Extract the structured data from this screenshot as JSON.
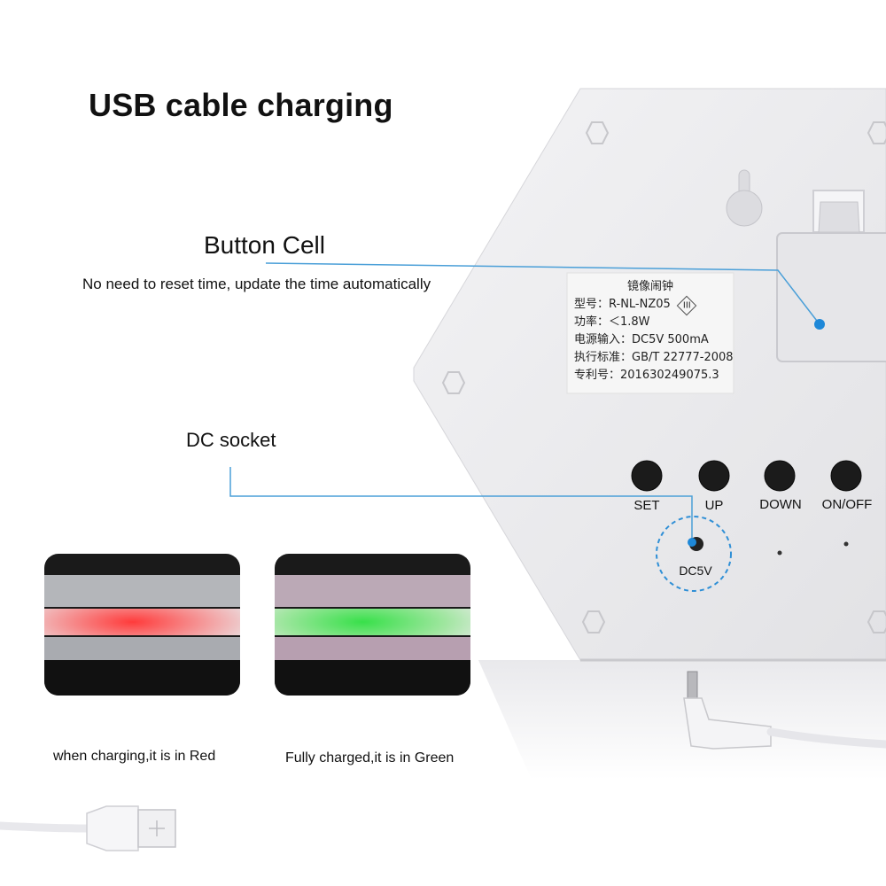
{
  "title": "USB cable charging",
  "button_cell": {
    "label": "Button Cell",
    "description": "No need to reset time, update the time automatically"
  },
  "dc_socket": {
    "label": "DC socket",
    "port_label": "DC5V"
  },
  "sticker": {
    "product_name": "镜像闹钟",
    "model": "型号：R-NL-NZ05",
    "class_mark": "III",
    "power": "功率：＜1.8W",
    "input": "电源输入：DC5V 500mA",
    "standard": "执行标准：GB/T  22777-2008",
    "patent": "专利号：201630249075.3"
  },
  "buttons": [
    "SET",
    "UP",
    "DOWN",
    "ON/OFF"
  ],
  "indicators": {
    "red_caption": "when charging,it is in Red",
    "green_caption": "Fully charged,it is in Green",
    "red_color": "#ff3b3b",
    "green_color": "#38e04a"
  },
  "colors": {
    "device_body": "#ececee",
    "callout_line": "#4a9fd8",
    "callout_dot": "#1e88d8"
  }
}
